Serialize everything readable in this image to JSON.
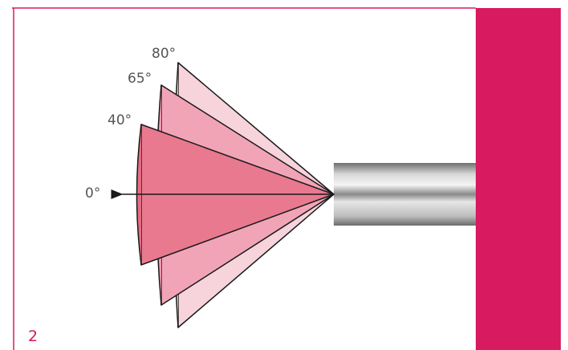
{
  "figure": {
    "number": "2",
    "angle_labels": [
      "80°",
      "65°",
      "40°",
      "0°"
    ]
  },
  "colors": {
    "accent": "#d81b60",
    "cone_back": "#f7d3dc",
    "cone_mid": "#f2a4b7",
    "cone_front": "#e8798f",
    "outline": "#1a1a1a",
    "label": "#555555"
  }
}
